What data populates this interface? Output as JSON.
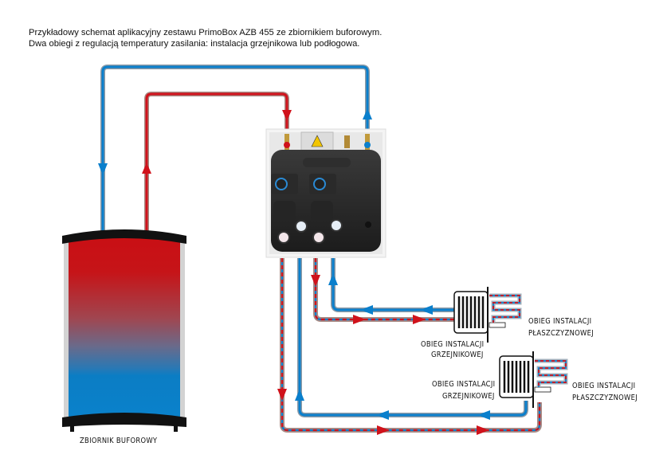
{
  "caption": {
    "line1": "Przykładowy schemat aplikacyjny zestawu PrimoBox AZB 455 ze zbiornikiem buforowym.",
    "line2": "Dwa obiegi z regulacją temperatury zasilania: instalacja grzejnikowa lub podłogowa."
  },
  "labels": {
    "tank": "ZBIORNIK BUFOROWY",
    "circuit1_radiator_l1": "OBIEG INSTALACJI",
    "circuit1_radiator_l2": "GRZEJNIKOWEJ",
    "circuit1_floor_l1": "OBIEG INSTALACJI",
    "circuit1_floor_l2": "PŁASZCZYZNOWEJ",
    "circuit2_radiator_l1": "OBIEG INSTALACJI",
    "circuit2_radiator_l2": "GRZEJNIKOWEJ",
    "circuit2_floor_l1": "OBIEG INSTALACJI",
    "circuit2_floor_l2": "PŁASZCZYZNOWEJ"
  },
  "colors": {
    "hot": "#d0121b",
    "cold": "#0a7fcc",
    "pipe_outline": "#9a9a9a",
    "mixed_outline": "#a88a84"
  }
}
